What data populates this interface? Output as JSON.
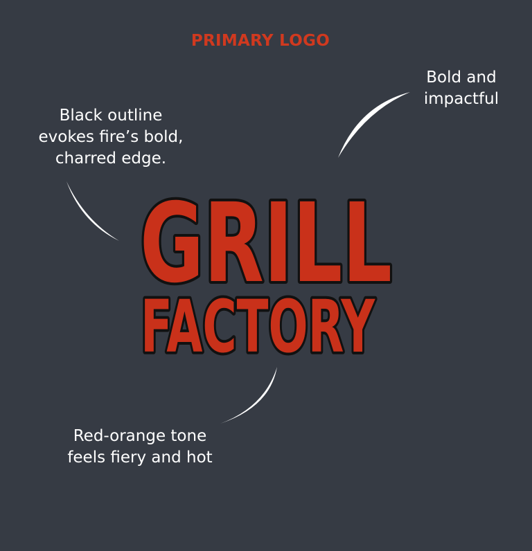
{
  "heading": "PRIMARY LOGO",
  "logo": {
    "line1": "GRILL",
    "line2": "FACTORY",
    "fill_color": "#c9311a",
    "outline_color": "#111111"
  },
  "annotations": {
    "outline": [
      "Black outline",
      "evokes fire’s bold,",
      "charred edge."
    ],
    "bold": [
      "Bold and",
      "impactful"
    ],
    "tone": [
      "Red-orange tone",
      "feels fiery and hot"
    ]
  },
  "colors": {
    "background": "#363b44",
    "accent": "#d0391f",
    "annotation_text": "#ffffff"
  }
}
